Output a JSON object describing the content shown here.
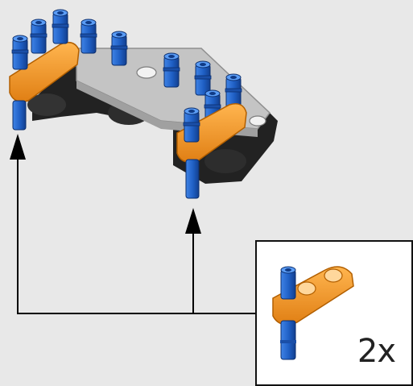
{
  "callout": {
    "quantity_label": "2x"
  },
  "colors": {
    "background": "#e8e8e8",
    "pin_blue": "#1f5fc4",
    "beam_orange": "#f39a2e",
    "frame_gray": "#bdbdbd",
    "frame_dark": "#222222",
    "arrow": "#000000"
  },
  "icons": [
    "assembly-model",
    "pointer-arrow",
    "part-beam-with-pin"
  ]
}
